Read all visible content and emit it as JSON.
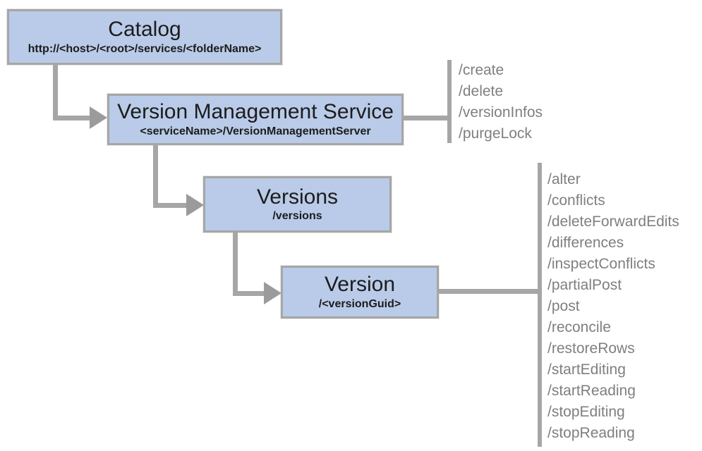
{
  "diagram": {
    "nodes": [
      {
        "id": "catalog",
        "title": "Catalog",
        "subtitle": "http://<host>/<root>/services/<folderName>"
      },
      {
        "id": "version-management-service",
        "title": "Version Management Service",
        "subtitle": "<serviceName>/VersionManagementServer",
        "operations": [
          "/create",
          "/delete",
          "/versionInfos",
          "/purgeLock"
        ]
      },
      {
        "id": "versions",
        "title": "Versions",
        "subtitle": "/versions"
      },
      {
        "id": "version",
        "title": "Version",
        "subtitle": "/<versionGuid>",
        "operations": [
          "/alter",
          "/conflicts",
          "/deleteForwardEdits",
          "/differences",
          "/inspectConflicts",
          "/partialPost",
          "/post",
          "/reconcile",
          "/restoreRows",
          "/startEditing",
          "/startReading",
          "/stopEditing",
          "/stopReading"
        ]
      }
    ],
    "colors": {
      "node_fill": "#b9cbe8",
      "node_border": "#a6a6a6",
      "connector": "#a6a6a6",
      "arrowhead": "#9b9b9b",
      "operations_text": "#7f7f7f",
      "title_text": "#1c1c1c"
    }
  }
}
